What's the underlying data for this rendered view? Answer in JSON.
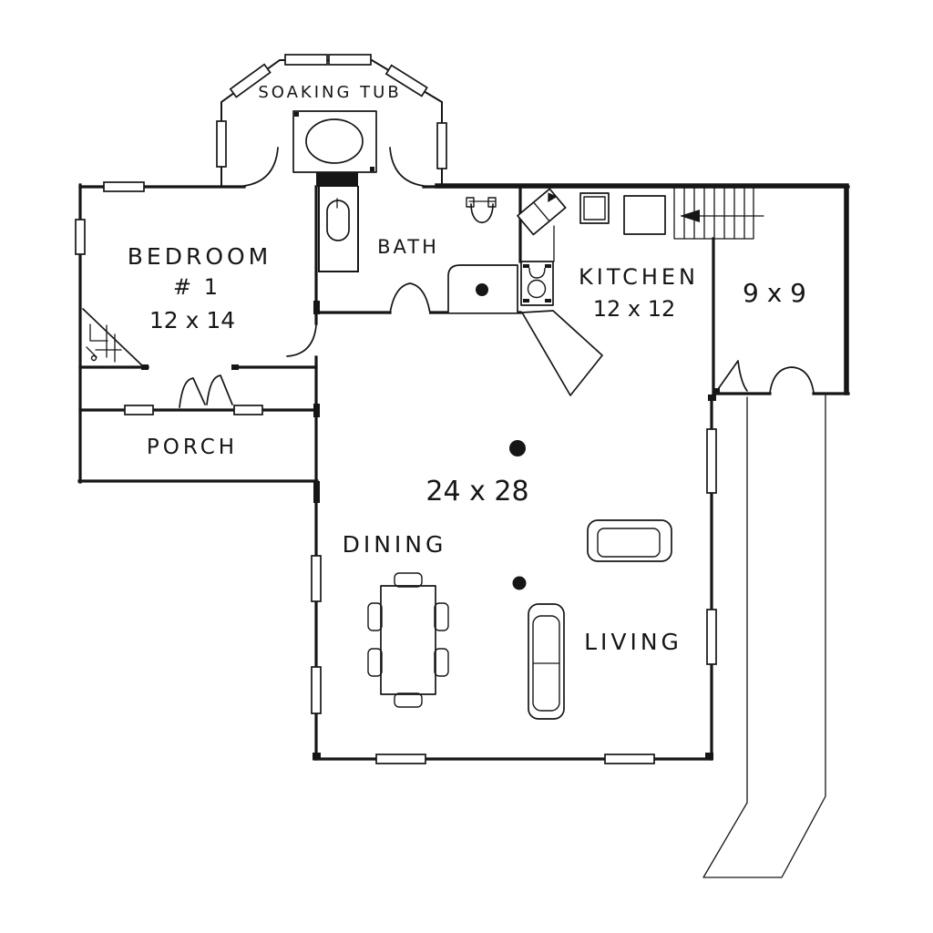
{
  "plan": {
    "type": "house-first-floor-plan",
    "colors": {
      "ink": "#161616",
      "paper": "#ffffff"
    },
    "labels": {
      "soaking_tub": "SOAKING TUB",
      "bedroom": "BEDROOM",
      "bedroom_number": "# 1",
      "bedroom_size": "12 x 14",
      "bath": "BATH",
      "kitchen": "KITCHEN",
      "kitchen_size": "12 x 12",
      "rear_room_size": "9 x 9",
      "porch": "PORCH",
      "great_room_size": "24 x 28",
      "dining": "DINING",
      "living": "LIVING"
    },
    "fixtures": [
      "soaking-tub",
      "bay-window",
      "toilet",
      "pedestal-sink",
      "vanity-counter",
      "kitchen-sink",
      "dishwasher",
      "refrigerator",
      "range",
      "counter-peninsula",
      "staircase",
      "stair-direction-arrow",
      "corner-fireplace",
      "double-door",
      "door-arc",
      "arched-opening",
      "dining-table",
      "dining-chairs",
      "sofa",
      "loveseat",
      "support-columns",
      "windows",
      "deck-walkway"
    ]
  }
}
